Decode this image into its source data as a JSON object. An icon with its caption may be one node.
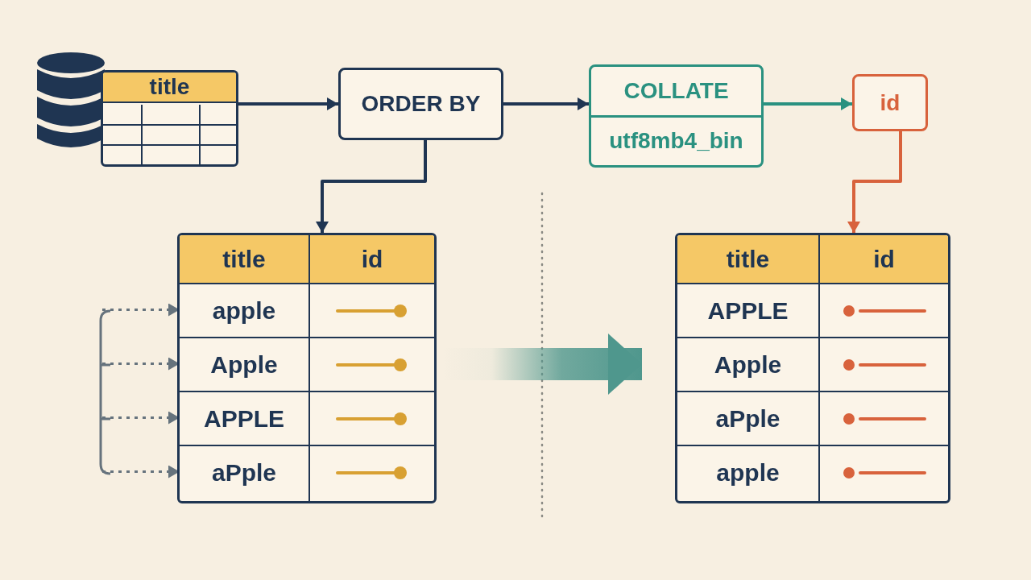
{
  "diagram": {
    "nodes": [
      {
        "text": [
          "title"
        ]
      },
      {
        "text": [
          "ORDER BY"
        ]
      },
      {
        "text": [
          "COLLATE",
          "utf8mb4_bin"
        ]
      },
      {
        "text": [
          "id"
        ]
      },
      {
        "text": [
          "title",
          "id"
        ]
      },
      {
        "text": [
          "apple"
        ],
        "in": 4
      },
      {
        "text": [
          "Apple"
        ],
        "in": 4
      },
      {
        "text": [
          "APPLE"
        ],
        "in": 4
      },
      {
        "text": [
          "aPple"
        ],
        "in": 4
      },
      {
        "text": [
          "title",
          "id"
        ]
      },
      {
        "text": [
          "APPLE"
        ],
        "in": 9
      },
      {
        "text": [
          "Apple"
        ],
        "in": 9
      },
      {
        "text": [
          "aPple"
        ],
        "in": 9
      },
      {
        "text": [
          "apple"
        ],
        "in": 9
      }
    ],
    "edges": [
      {
        "from": 0,
        "to": 1,
        "arrow": "to"
      },
      {
        "from": 1,
        "to": 2,
        "arrow": "to"
      },
      {
        "from": 2,
        "to": 3,
        "arrow": "to",
        "color": "#2a9180"
      },
      {
        "from": 1,
        "to": 4,
        "arrow": "to"
      },
      {
        "from": 3,
        "to": 9,
        "arrow": "to",
        "color": "#d8623c"
      },
      {
        "from": null,
        "to": 5,
        "arrow": "to",
        "style": "dashed",
        "color": "#66737d"
      },
      {
        "from": null,
        "to": 6,
        "arrow": "to",
        "style": "dashed",
        "color": "#66737d"
      },
      {
        "from": null,
        "to": 7,
        "arrow": "to",
        "style": "dashed",
        "color": "#66737d"
      },
      {
        "from": null,
        "to": 8,
        "arrow": "to",
        "style": "dashed",
        "color": "#66737d"
      },
      {
        "from": 4,
        "to": 9,
        "arrow": "to",
        "style": "thick",
        "color": "#4f978d"
      }
    ]
  }
}
